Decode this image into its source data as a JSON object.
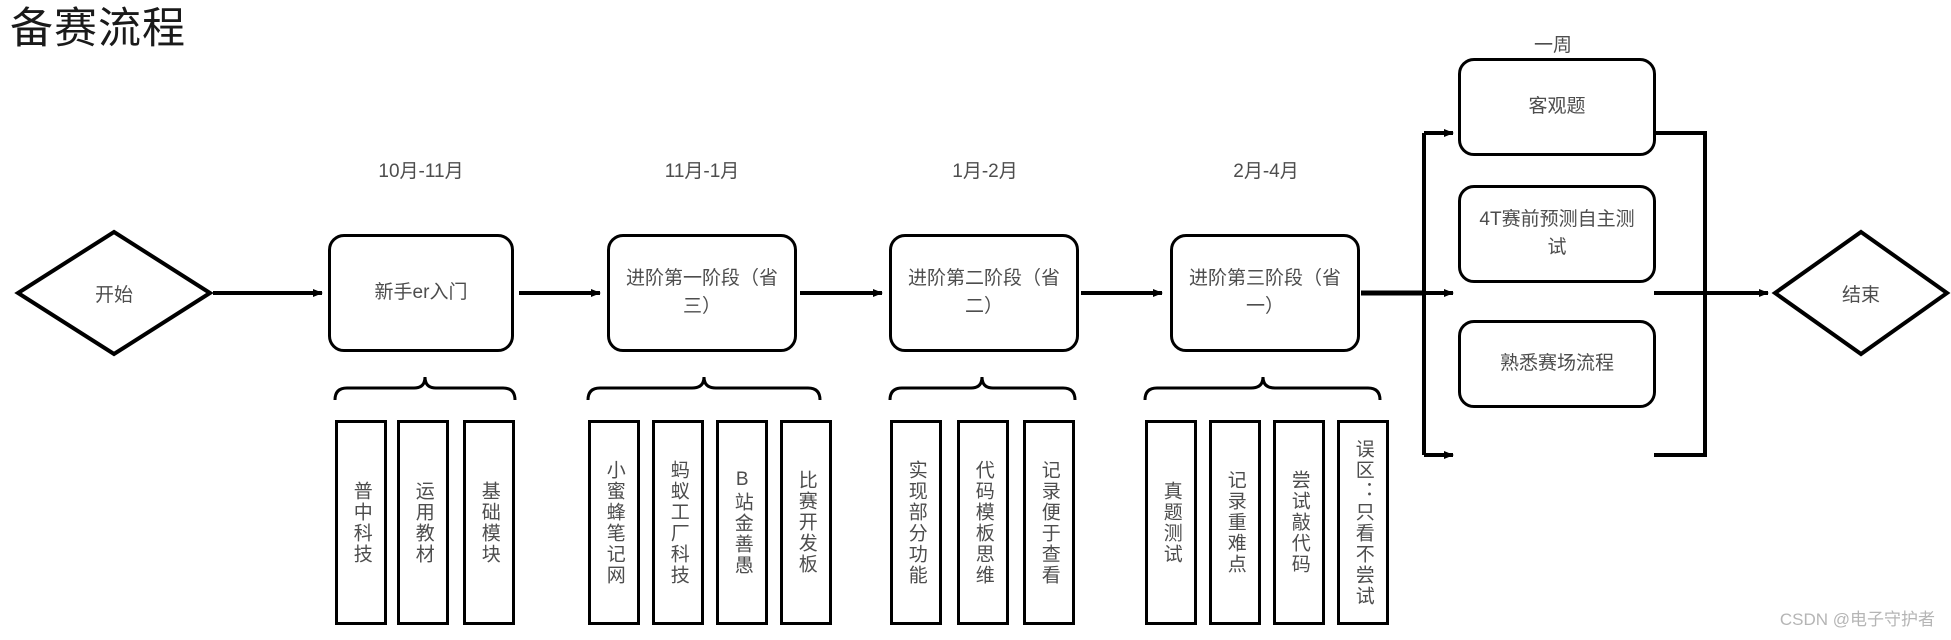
{
  "title": "备赛流程",
  "watermark": "CSDN @电子守护者",
  "nodes": {
    "start": "开始",
    "end": "结束",
    "stages": [
      {
        "period": "10月-11月",
        "label": "新手er入门"
      },
      {
        "period": "11月-1月",
        "label": "进阶第一阶段（省三）"
      },
      {
        "period": "1月-2月",
        "label": "进阶第二阶段（省二）"
      },
      {
        "period": "2月-4月",
        "label": "进阶第三阶段（省一）"
      }
    ],
    "final": {
      "period": "一周",
      "items": [
        {
          "label": "客观题"
        },
        {
          "label": "4T赛前预测自主测试"
        },
        {
          "label": "熟悉赛场流程"
        }
      ]
    }
  },
  "detail_groups": [
    {
      "items": [
        "普中科技",
        "运用教材",
        "基础模块"
      ]
    },
    {
      "items": [
        "小蜜蜂笔记网",
        "蚂蚁工厂科技",
        "B站金善愚",
        "比赛开发板"
      ]
    },
    {
      "items": [
        "实现部分功能",
        "代码模板思维",
        "记录便于查看"
      ]
    },
    {
      "items": [
        "真题测试",
        "记录重难点",
        "尝试敲代码",
        "误区：只看不尝试"
      ]
    }
  ],
  "colors": {
    "stroke": "#000000",
    "text": "#4d4d4d",
    "title": "#1a1a1a",
    "watermark": "#b5b5b5",
    "background": "#ffffff"
  }
}
